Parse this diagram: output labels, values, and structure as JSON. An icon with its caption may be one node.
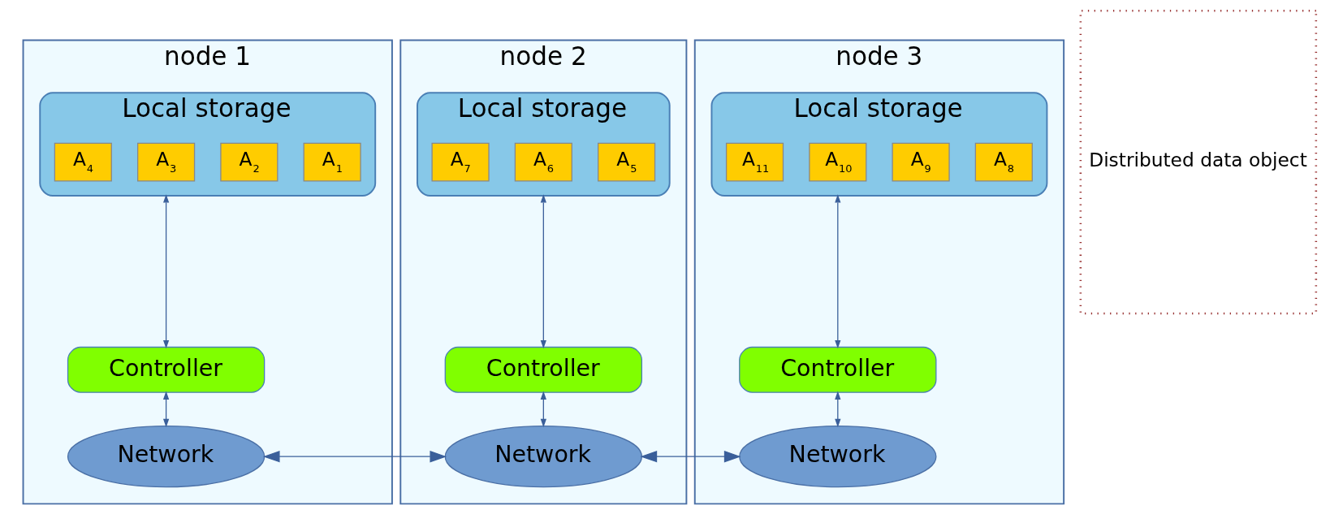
{
  "diagram": {
    "nodes": [
      {
        "text": [
          "node 1"
        ]
      },
      {
        "text": [
          "Local storage"
        ],
        "in": 0
      },
      {
        "text": [
          "A$_{1}$"
        ],
        "in": 1
      },
      {
        "text": [
          "A$_{2}$"
        ],
        "in": 1
      },
      {
        "text": [
          "A$_{3}$"
        ],
        "in": 1
      },
      {
        "text": [
          "A$_{4}$"
        ],
        "in": 1
      },
      {
        "text": [
          "Controller"
        ],
        "in": 0
      },
      {
        "text": [
          "Network"
        ],
        "in": 0
      },
      {
        "text": [
          "node 2"
        ]
      },
      {
        "text": [
          "Local storage"
        ],
        "in": 8
      },
      {
        "text": [
          "A$_{5}$"
        ],
        "in": 9
      },
      {
        "text": [
          "A$_{6}$"
        ],
        "in": 9
      },
      {
        "text": [
          "A$_{7}$"
        ],
        "in": 9
      },
      {
        "text": [
          "Controller"
        ],
        "in": 8
      },
      {
        "text": [
          "Network"
        ],
        "in": 8
      },
      {
        "text": [
          "node 3"
        ]
      },
      {
        "text": [
          "Local storage"
        ],
        "in": 15
      },
      {
        "text": [
          "A$_{8}$"
        ],
        "in": 16
      },
      {
        "text": [
          "A$_{9}$"
        ],
        "in": 16
      },
      {
        "text": [
          "A$_{10}$"
        ],
        "in": 16
      },
      {
        "text": [
          "A$_{11}$"
        ],
        "in": 16
      },
      {
        "text": [
          "Controller"
        ],
        "in": 15
      },
      {
        "text": [
          "Network"
        ],
        "in": 15
      },
      {
        "text": [
          "Distributed data object"
        ]
      }
    ],
    "edges": [
      {
        "from": 1,
        "to": 6,
        "arrow": "both"
      },
      {
        "from": 6,
        "to": 7,
        "arrow": "both"
      },
      {
        "from": 9,
        "to": 13,
        "arrow": "both"
      },
      {
        "from": 13,
        "to": 14,
        "arrow": "both"
      },
      {
        "from": 16,
        "to": 21,
        "arrow": "both"
      },
      {
        "from": 21,
        "to": 22,
        "arrow": "both"
      },
      {
        "from": 7,
        "to": 14,
        "arrow": "both"
      },
      {
        "from": 14,
        "to": 22,
        "arrow": "both"
      }
    ]
  }
}
